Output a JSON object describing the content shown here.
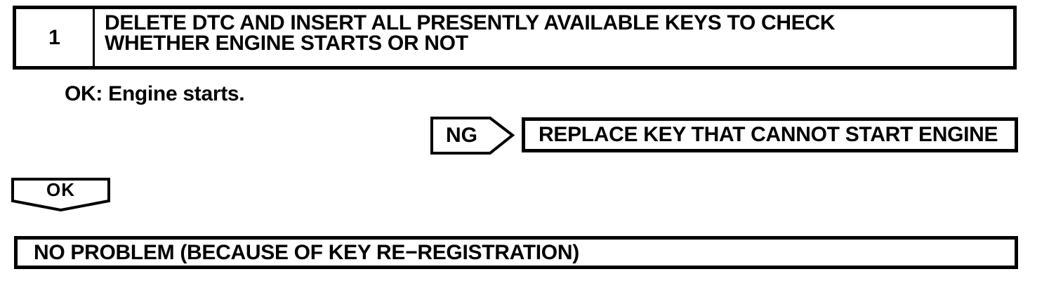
{
  "page": {
    "background_color": "#ffffff",
    "ink_color": "#000000"
  },
  "flowchart": {
    "step": {
      "number": "1",
      "title_lines": [
        "DELETE DTC AND INSERT ALL PRESENTLY AVAILABLE KEYS TO CHECK",
        "WHETHER ENGINE STARTS OR NOT"
      ]
    },
    "ok_condition": "OK: Engine starts.",
    "ng_branch": {
      "connector_label": "NG",
      "action": "REPLACE KEY THAT CANNOT START ENGINE"
    },
    "ok_branch": {
      "connector_label": "OK",
      "result": "NO PROBLEM (BECAUSE OF KEY RE−REGISTRATION)"
    }
  }
}
